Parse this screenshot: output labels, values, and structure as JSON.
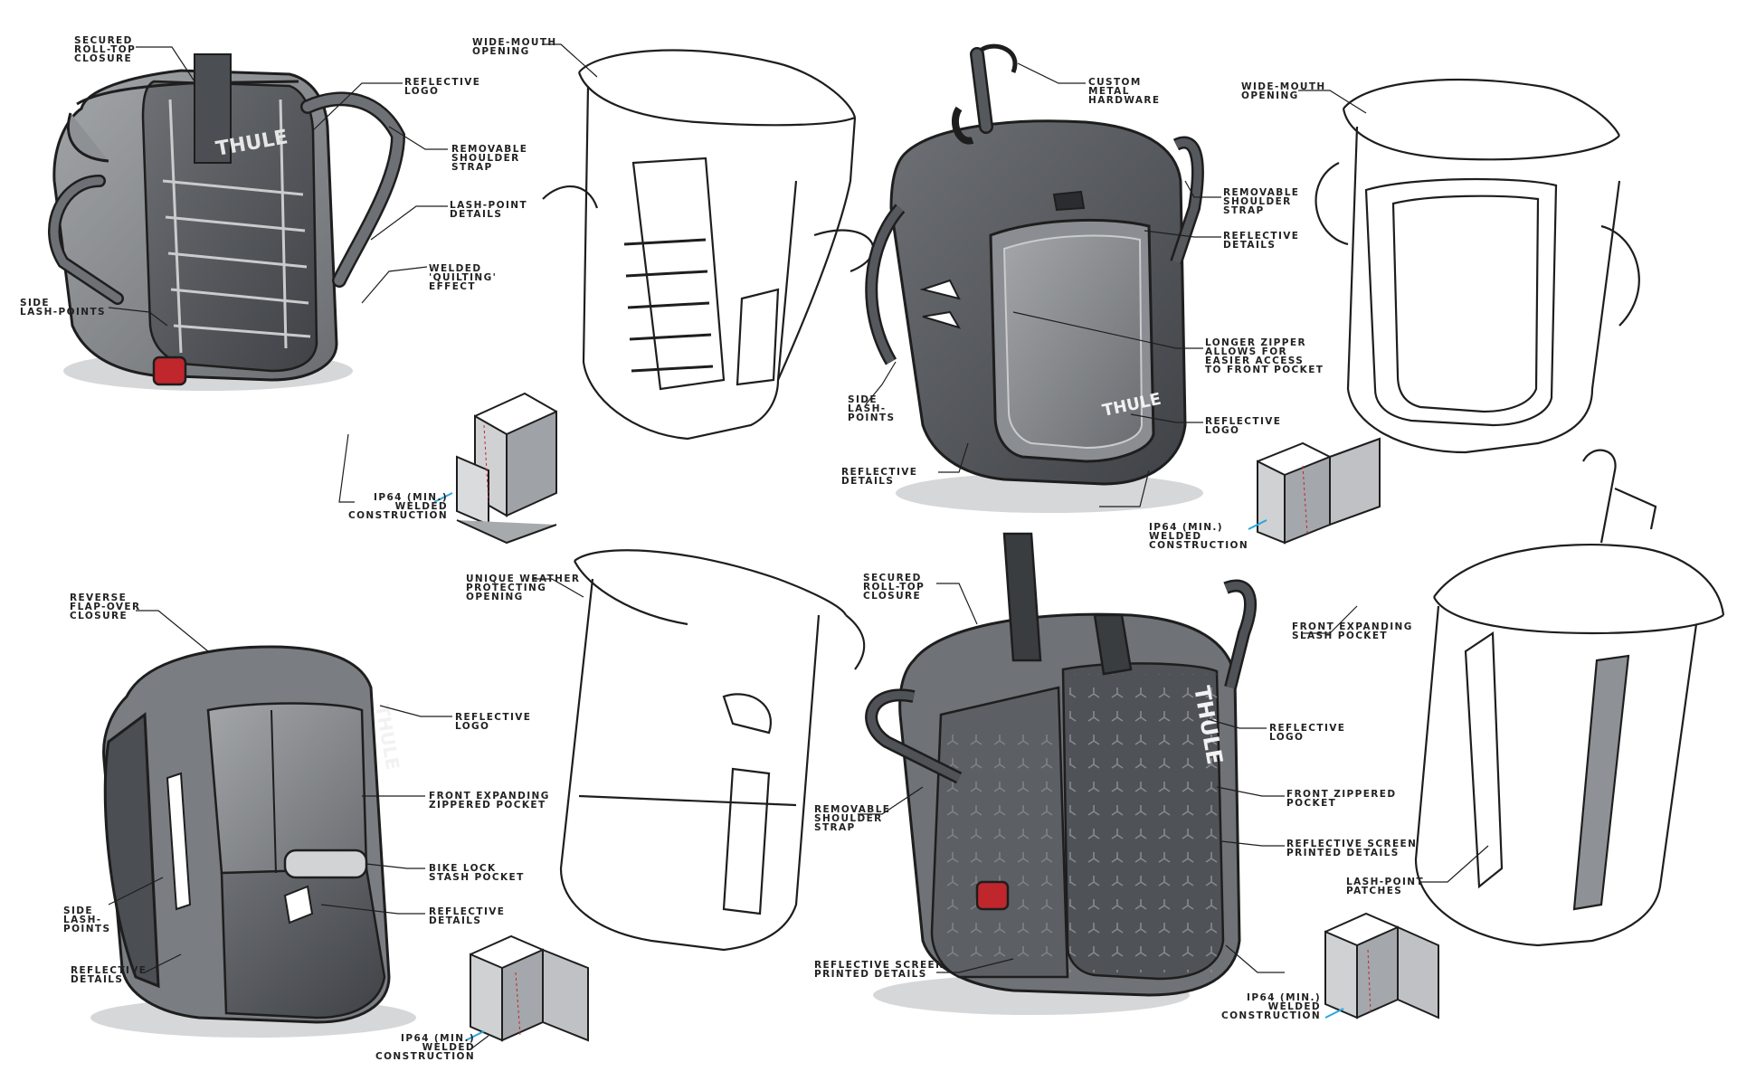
{
  "brand": "THULE",
  "colors": {
    "ink": "#1e1e1e",
    "bag_dark": "#55585c",
    "bag_mid": "#7a7d81",
    "bag_light": "#b4b6b9",
    "red": "#c0272d",
    "cyan": "#2aa7de",
    "shadow": "#cfd0d2"
  },
  "callouts": {
    "a1": "SECURED\nROLL-TOP\nCLOSURE",
    "a2": "REFLECTIVE\nLOGO",
    "a3": "REMOVABLE\nSHOULDER\nSTRAP",
    "a4": "LASH-POINT\nDETAILS",
    "a5": "WELDED\n'QUILTING'\nEFFECT",
    "a6": "SIDE\nLASH-POINTS",
    "a7": "IP64 (MIN.)\nWELDED\nCONSTRUCTION",
    "b1": "WIDE-MOUTH\nOPENING",
    "c1": "CUSTOM\nMETAL\nHARDWARE",
    "c2": "REMOVABLE\nSHOULDER\nSTRAP",
    "c3": "REFLECTIVE\nDETAILS",
    "c4": "LONGER ZIPPER\nALLOWS FOR\nEASIER ACCESS\nTO FRONT POCKET",
    "c5": "REFLECTIVE\nLOGO",
    "c6": "SIDE\nLASH-\nPOINTS",
    "c7": "REFLECTIVE\nDETAILS",
    "c8": "IP64 (MIN.)\nWELDED\nCONSTRUCTION",
    "d1": "WIDE-MOUTH\nOPENING",
    "e1": "REVERSE\nFLAP-OVER\nCLOSURE",
    "e2": "REFLECTIVE\nLOGO",
    "e3": "FRONT EXPANDING\nZIPPERED POCKET",
    "e4": "BIKE LOCK\nSTASH POCKET",
    "e5": "REFLECTIVE\nDETAILS",
    "e6": "SIDE\nLASH-\nPOINTS",
    "e7": "REFLECTIVE\nDETAILS",
    "e8": "IP64 (MIN.)\nWELDED\nCONSTRUCTION",
    "f1": "UNIQUE WEATHER\nPROTECTING\nOPENING",
    "g1": "SECURED\nROLL-TOP\nCLOSURE",
    "g2": "REFLECTIVE\nLOGO",
    "g3": "REMOVABLE\nSHOULDER\nSTRAP",
    "g4": "FRONT ZIPPERED\nPOCKET",
    "g5": "REFLECTIVE SCREEN\nPRINTED DETAILS",
    "g6": "REFLECTIVE SCREEN\nPRINTED DETAILS",
    "g7": "IP64 (MIN.)\nWELDED\nCONSTRUCTION",
    "h1": "FRONT EXPANDING\nSLASH POCKET",
    "h2": "LASH-POINT\nPATCHES"
  }
}
